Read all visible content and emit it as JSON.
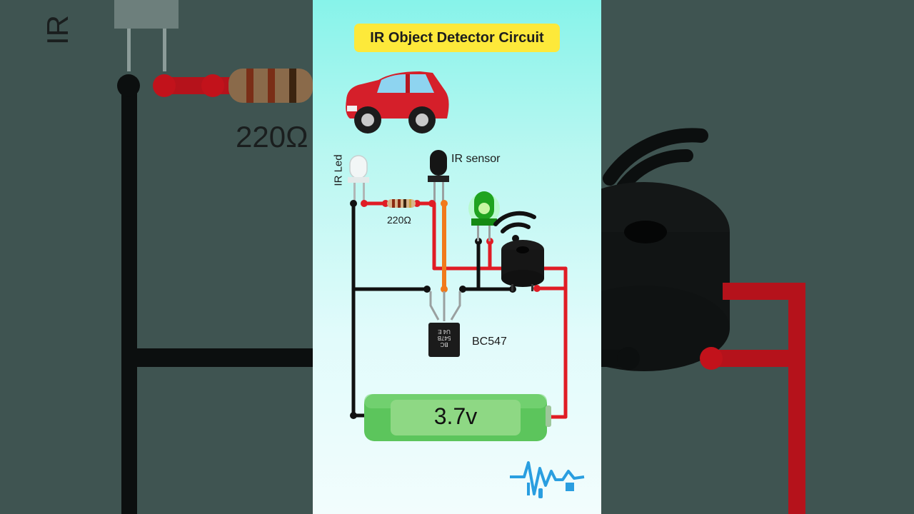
{
  "diagram": {
    "title": "IR Object Detector Circuit",
    "labels": {
      "ir_led": "IR Led",
      "ir_sensor": "IR sensor",
      "resistor": "220Ω",
      "transistor": "BC547",
      "battery": "3.7v",
      "transistor_marking_1": "BC",
      "transistor_marking_2": "547B",
      "transistor_marking_3": "U4 E"
    },
    "background": {
      "left_rotated_label": "IR",
      "left_resistor_label": "220Ω"
    }
  }
}
